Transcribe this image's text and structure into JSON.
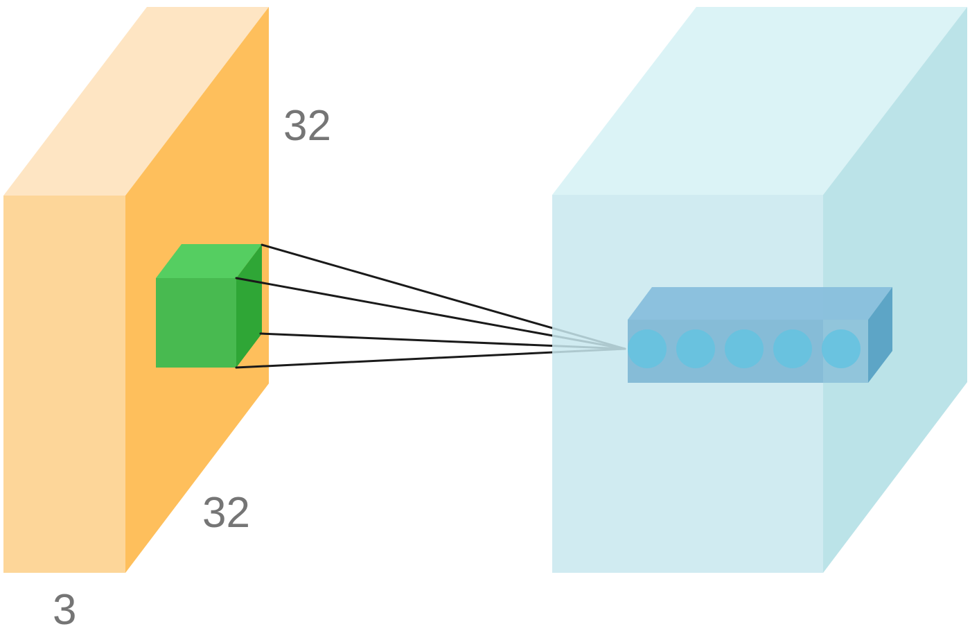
{
  "input_volume": {
    "height_label": "32",
    "width_label": "32",
    "depth_label": "3",
    "colors": {
      "front": "#FDD699",
      "top": "#FEE5C3",
      "side": "#FEBF5C"
    }
  },
  "filter": {
    "colors": {
      "front": "#48BA50",
      "top": "#55CE61",
      "side": "#2FA636"
    }
  },
  "output_volume": {
    "colors": {
      "front": "#C8E7EE",
      "top": "#DAF2F6",
      "side": "#B8E2E7"
    },
    "neuron_column": {
      "neuron_count": 5,
      "colors": {
        "front": "#7FB7D5",
        "top": "#88BFDC",
        "side": "#57A1C4",
        "neuron": "#66C2E0"
      }
    }
  },
  "connections": {
    "color": "#1a1a1a",
    "count": 4
  }
}
